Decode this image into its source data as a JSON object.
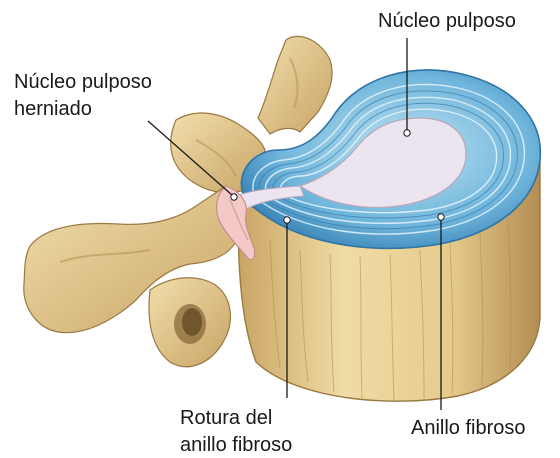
{
  "labels": {
    "nucleus": "Núcleo pulposo",
    "herniated_line1": "Núcleo pulposo",
    "herniated_line2": "herniado",
    "rupture_line1": "Rotura del",
    "rupture_line2": "anillo fibroso",
    "annulus": "Anillo fibroso"
  },
  "colors": {
    "bone": "#e3c991",
    "bone_shadow": "#b89457",
    "bone_dark": "#8a6a3a",
    "disc_top": "#a7d8ea",
    "disc_band": "#5ea9d3",
    "disc_edge": "#2f74a6",
    "nucleus": "#ece4ee",
    "hernia": "#f2c9c6",
    "leader": "#1a1a1a"
  }
}
